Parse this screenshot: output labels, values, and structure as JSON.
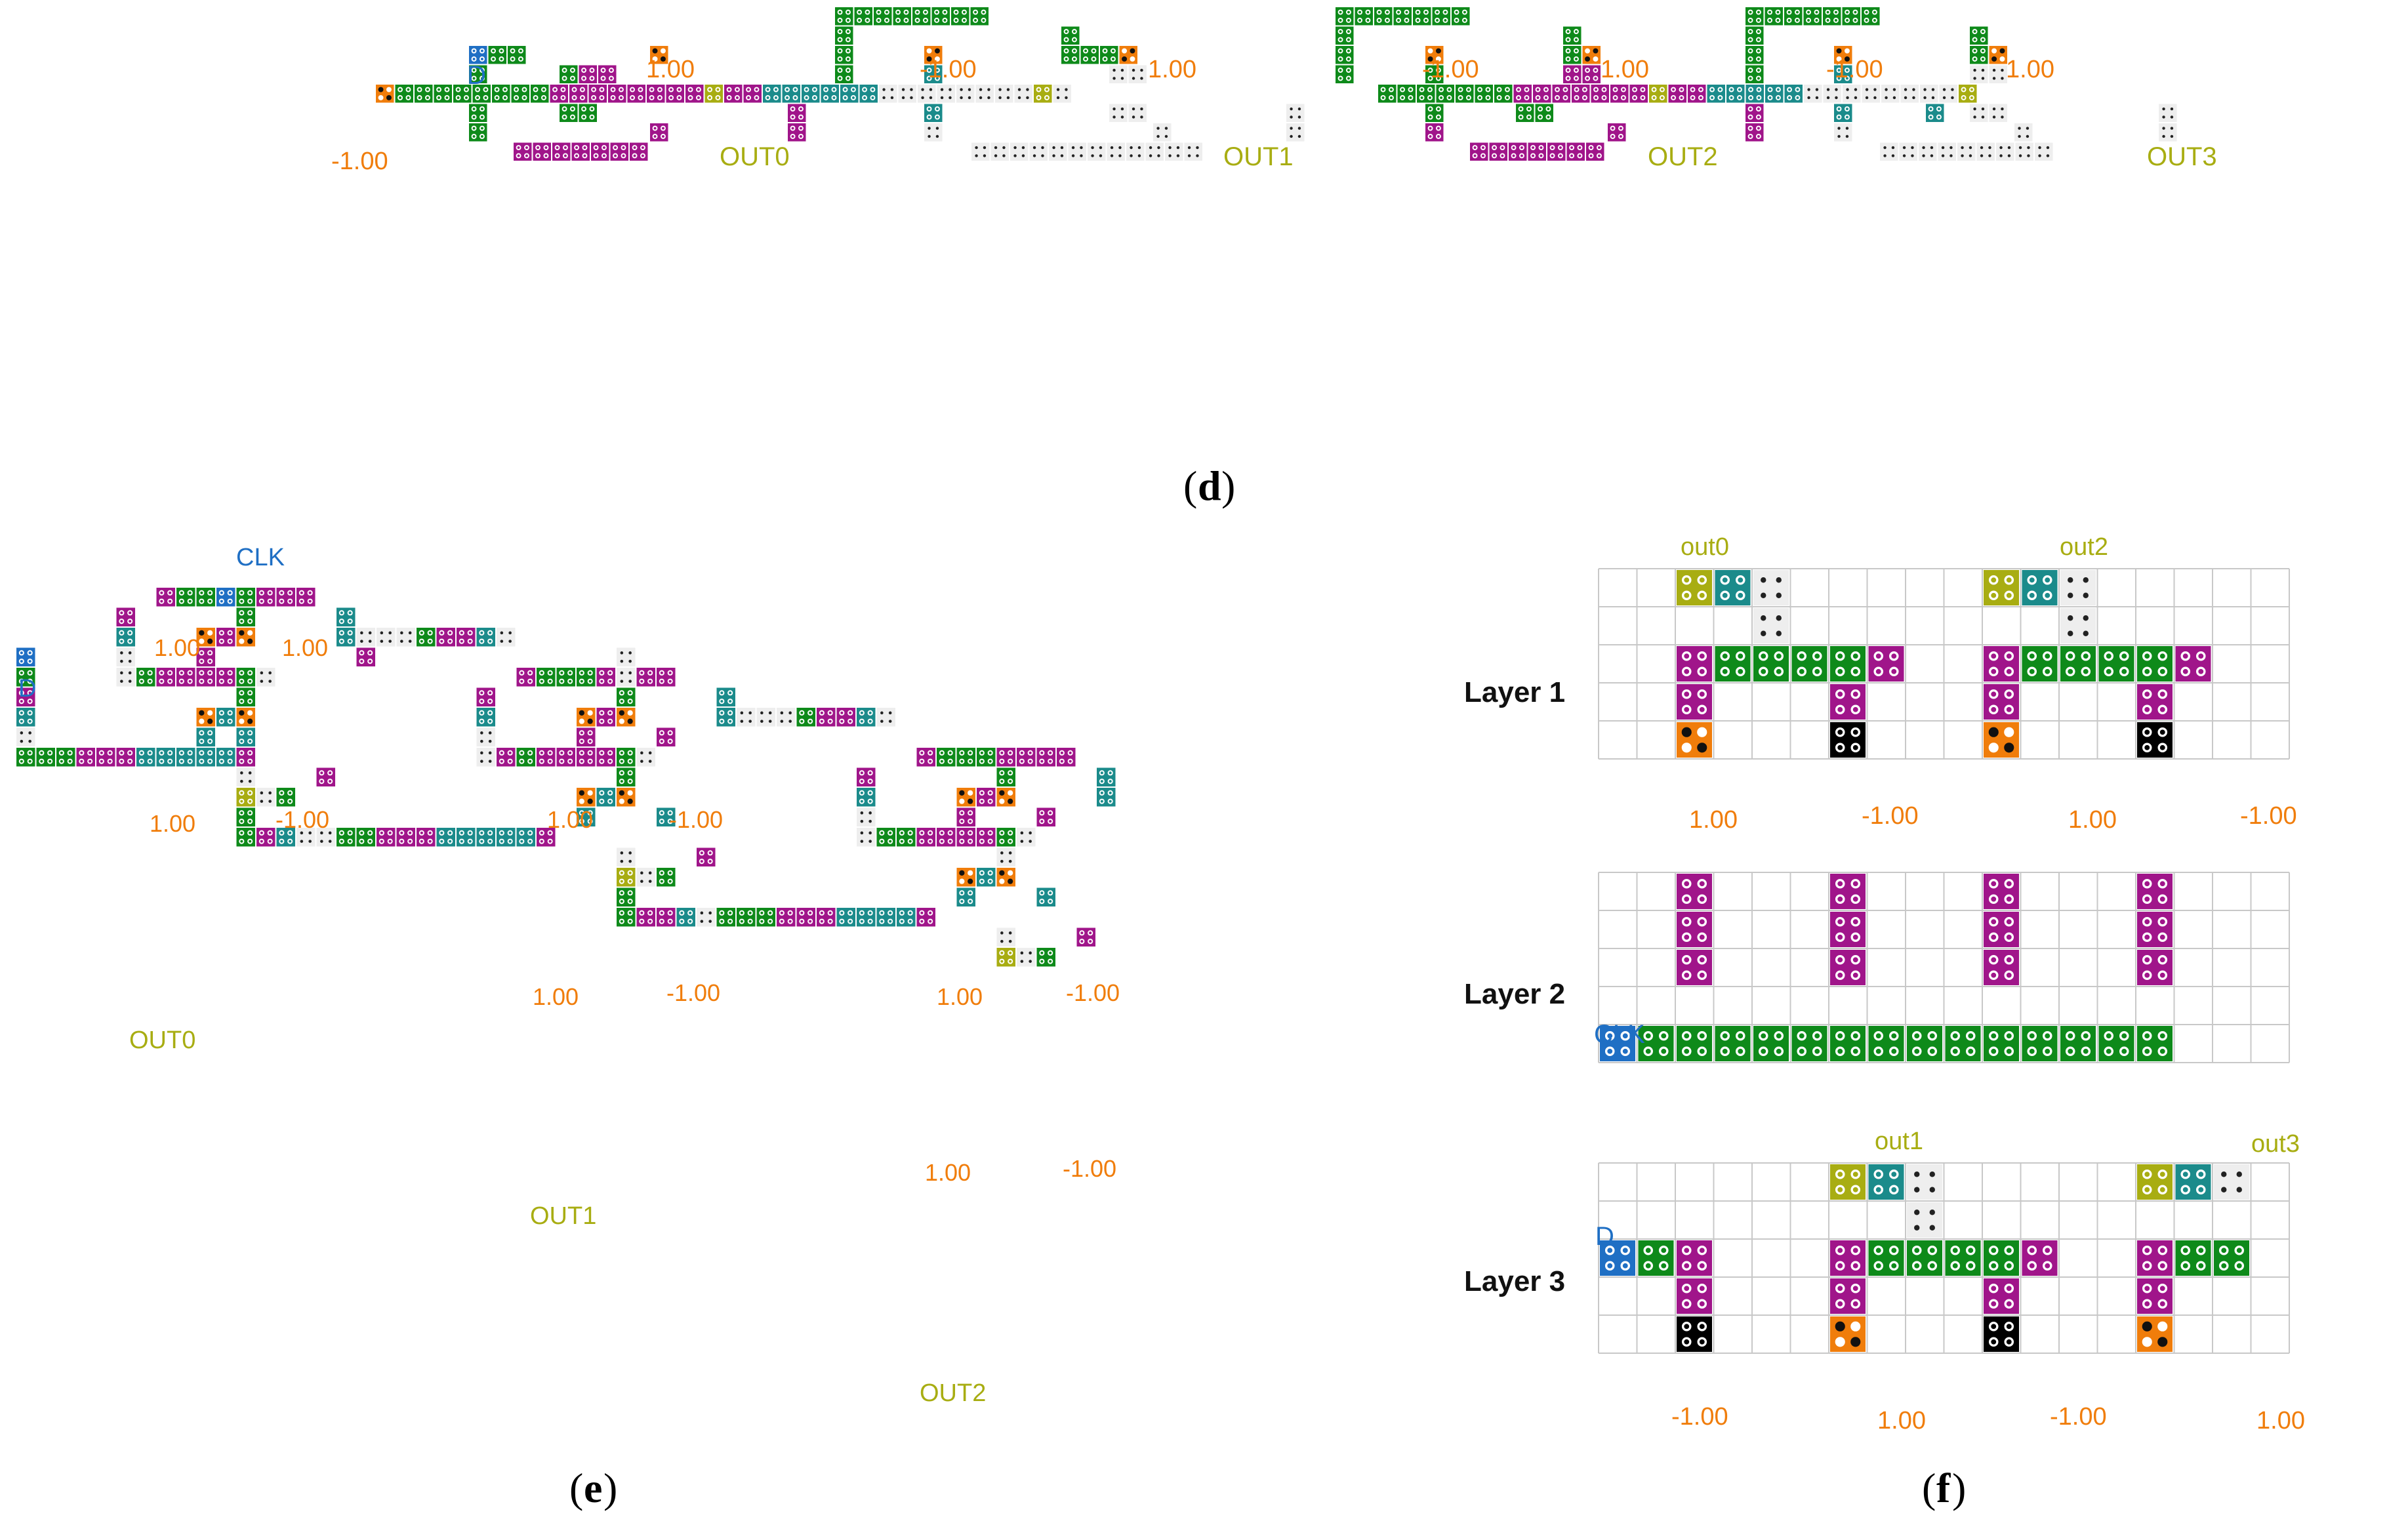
{
  "colors": {
    "green": "#0e8a1a",
    "magenta": "#a0158a",
    "teal": "#1b8b8b",
    "orange": "#f07d0b",
    "blue": "#1f6fc4",
    "olive": "#a8ad12",
    "white_cell": "#eeeeee",
    "label_orange": "#f07d0b",
    "label_olive": "#a8ad12",
    "label_blue": "#1f6fc4"
  },
  "panel_d": {
    "caption_letter": "d",
    "labels": {
      "d": "D",
      "out0": "OUT0",
      "out1": "OUT1",
      "out2": "OUT2",
      "out3": "OUT3",
      "neg1": "-1.00",
      "pos1": "1.00"
    }
  },
  "panel_e": {
    "caption_letter": "e",
    "labels": {
      "clk": "CLK",
      "d": "D",
      "out0": "OUT0",
      "out1": "OUT1",
      "out2": "OUT2",
      "neg1": "-1.00",
      "pos1": "1.00"
    }
  },
  "panel_f": {
    "caption_letter": "f",
    "layer1": {
      "title": "Layer 1",
      "out_a": "out0",
      "out_b": "out2",
      "pos1": "1.00",
      "neg1": "-1.00"
    },
    "layer2": {
      "title": "Layer 2",
      "clk": "CLK"
    },
    "layer3": {
      "title": "Layer 3",
      "d": "D",
      "out_a": "out1",
      "out_b": "out3",
      "pos1": "1.00",
      "neg1": "-1.00"
    }
  }
}
